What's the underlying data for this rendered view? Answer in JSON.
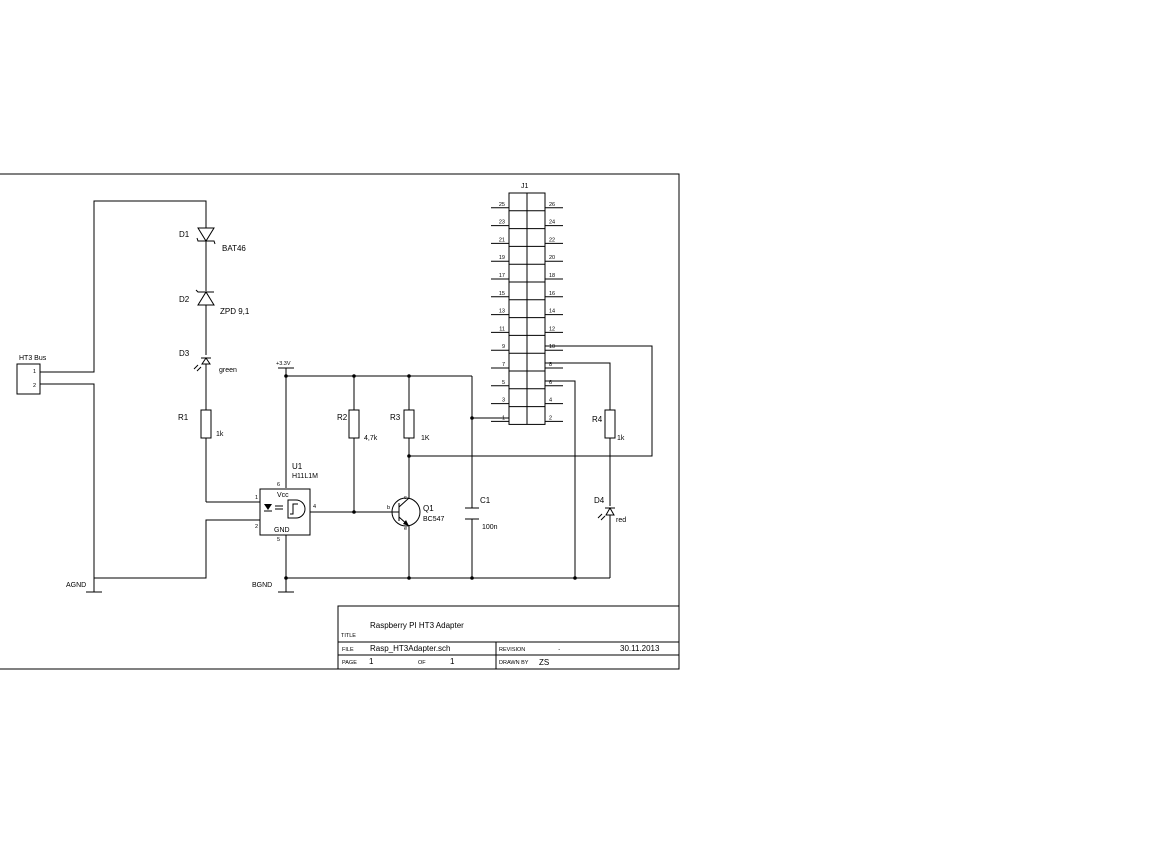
{
  "connector_ht3": {
    "label": "HT3 Bus",
    "pins": [
      "1",
      "2"
    ]
  },
  "diodes": {
    "d1": {
      "ref": "D1",
      "value": "BAT46"
    },
    "d2": {
      "ref": "D2",
      "value": "ZPD 9,1"
    },
    "d3": {
      "ref": "D3",
      "value": "green"
    },
    "d4": {
      "ref": "D4",
      "value": "red"
    }
  },
  "resistors": {
    "r1": {
      "ref": "R1",
      "value": "1k"
    },
    "r2": {
      "ref": "R2",
      "value": "4,7k"
    },
    "r3": {
      "ref": "R3",
      "value": "1K"
    },
    "r4": {
      "ref": "R4",
      "value": "1k"
    }
  },
  "optocoupler": {
    "ref": "U1",
    "value": "H11L1M",
    "vcc": "Vcc",
    "gnd": "GND",
    "pins": {
      "p1": "1",
      "p2": "2",
      "p4": "4",
      "p5": "5",
      "p6": "6"
    }
  },
  "transistor": {
    "ref": "Q1",
    "value": "BC547",
    "b": "b",
    "c": "c",
    "e": "e"
  },
  "capacitor": {
    "ref": "C1",
    "value": "100n"
  },
  "grounds": {
    "agnd": "AGND",
    "bgnd": "BGND"
  },
  "supply": {
    "label": "+3.3V"
  },
  "header_j1": {
    "ref": "J1",
    "rows": [
      {
        "odd": "25",
        "even": "26"
      },
      {
        "odd": "23",
        "even": "24"
      },
      {
        "odd": "21",
        "even": "22"
      },
      {
        "odd": "19",
        "even": "20"
      },
      {
        "odd": "17",
        "even": "18"
      },
      {
        "odd": "15",
        "even": "16"
      },
      {
        "odd": "13",
        "even": "14"
      },
      {
        "odd": "11",
        "even": "12"
      },
      {
        "odd": "9",
        "even": "10"
      },
      {
        "odd": "7",
        "even": "8"
      },
      {
        "odd": "5",
        "even": "6"
      },
      {
        "odd": "3",
        "even": "4"
      },
      {
        "odd": "1",
        "even": "2"
      }
    ]
  },
  "title_block": {
    "title_label": "TITLE",
    "title": "Raspberry PI HT3 Adapter",
    "file_label": "FILE",
    "file": "Rasp_HT3Adapter.sch",
    "revision_label": "REVISION",
    "revision": ".",
    "date": "30.11.2013",
    "page_label": "PAGE",
    "page": "1",
    "of_label": "OF",
    "page_total": "1",
    "drawn_by_label": "DRAWN BY",
    "drawn_by": "ZS"
  }
}
